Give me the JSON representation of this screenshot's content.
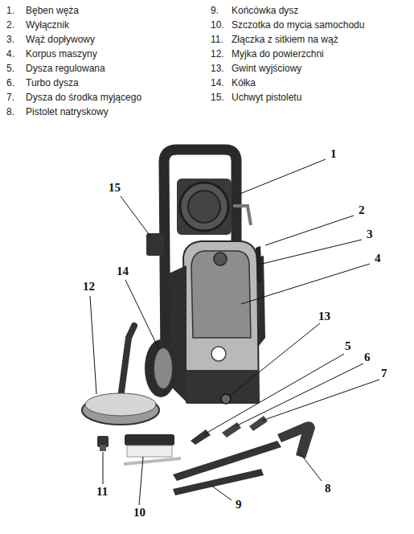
{
  "diagram": {
    "labels": [
      "1.",
      "Bęben węża",
      "2.",
      "Wyłącznik",
      "3.",
      "Wąż dopływowy",
      "4.",
      "Korpus maszyny",
      "5.",
      "Dysza regulowana",
      "6.",
      "Turbo dysza",
      "7.",
      "Dysza do środka myjącego",
      "8.",
      "Pistolet natryskowy",
      "9.",
      "Końcówka dysz",
      "10.",
      "Szczotka do mycia samochodu",
      "11.",
      "Złączka z sitkiem na wąż",
      "12.",
      "Myjka do powierzchni",
      "13.",
      "Gwint wyjściowy",
      "14.",
      "Kółka",
      "15.",
      "Uchwyt pistoletu",
      "1",
      "2",
      "3",
      "4",
      "5",
      "6",
      "7",
      "8",
      "9",
      "10",
      "11",
      "12",
      "13",
      "14",
      "15"
    ]
  }
}
